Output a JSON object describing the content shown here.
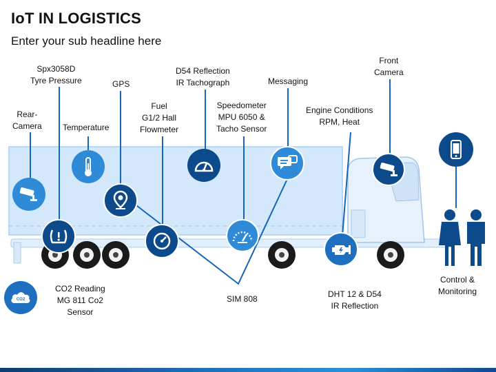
{
  "header": {
    "title": "IoT IN LOGISTICS",
    "subtitle": "Enter your sub headline here"
  },
  "labels": {
    "rear_camera": [
      "Rear-",
      "Camera"
    ],
    "tyre_pressure": [
      "Spx3058D",
      "Tyre Pressure"
    ],
    "temperature": [
      "Temperature"
    ],
    "gps": [
      "GPS"
    ],
    "fuel": [
      "Fuel",
      "G1/2 Hall",
      "Flowmeter"
    ],
    "tachograph": [
      "D54 Reflection",
      "IR Tachograph"
    ],
    "speedometer": [
      "Speedometer",
      "MPU 6050 &",
      "Tacho Sensor"
    ],
    "messaging": [
      "Messaging"
    ],
    "engine": [
      "Engine Conditions",
      "RPM, Heat"
    ],
    "front_camera": [
      "Front",
      "Camera"
    ],
    "co2": [
      "CO2 Reading",
      "MG 811 Co2",
      "Sensor"
    ],
    "sim": [
      "SIM 808"
    ],
    "dht": [
      "DHT 12 & D54",
      "IR Reflection"
    ],
    "control": [
      "Control &",
      "Monitoring"
    ]
  },
  "icons": {
    "co2_text": "CO2"
  },
  "colors": {
    "dark_blue": "#0d4a8c",
    "mid_blue": "#1e6fbf",
    "light_blue": "#2f8ad8",
    "trailer_fill": "#cde6fb",
    "line_blue": "#1565b8"
  }
}
